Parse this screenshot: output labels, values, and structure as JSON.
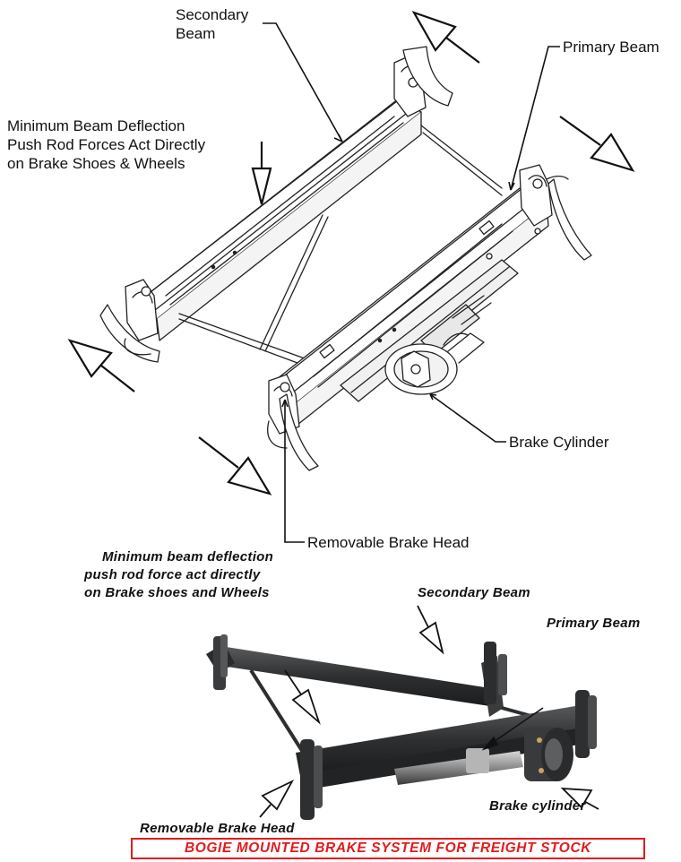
{
  "top_diagram": {
    "labels": {
      "secondary_beam_line1": "Secondary",
      "secondary_beam_line2": "Beam",
      "primary_beam": "Primary Beam",
      "deflection_line1": "Minimum Beam Deflection",
      "deflection_line2": "Push Rod Forces Act Directly",
      "deflection_line3": "on Brake Shoes & Wheels",
      "brake_cylinder": "Brake Cylinder",
      "removable_brake_head": "Removable Brake Head"
    }
  },
  "bottom_photo": {
    "labels": {
      "deflection_line1": "Minimum beam deflection",
      "deflection_line2": "push rod force act directly",
      "deflection_line3": "on Brake shoes  and Wheels",
      "secondary_beam": "Secondary Beam",
      "primary_beam": "Primary Beam",
      "brake_cylinder": "Brake cylinder",
      "removable_brake_head": "Removable Brake Head"
    },
    "caption": "BOGIE MOUNTED BRAKE SYSTEM FOR FREIGHT STOCK",
    "caption_color": "#e21b1b"
  }
}
